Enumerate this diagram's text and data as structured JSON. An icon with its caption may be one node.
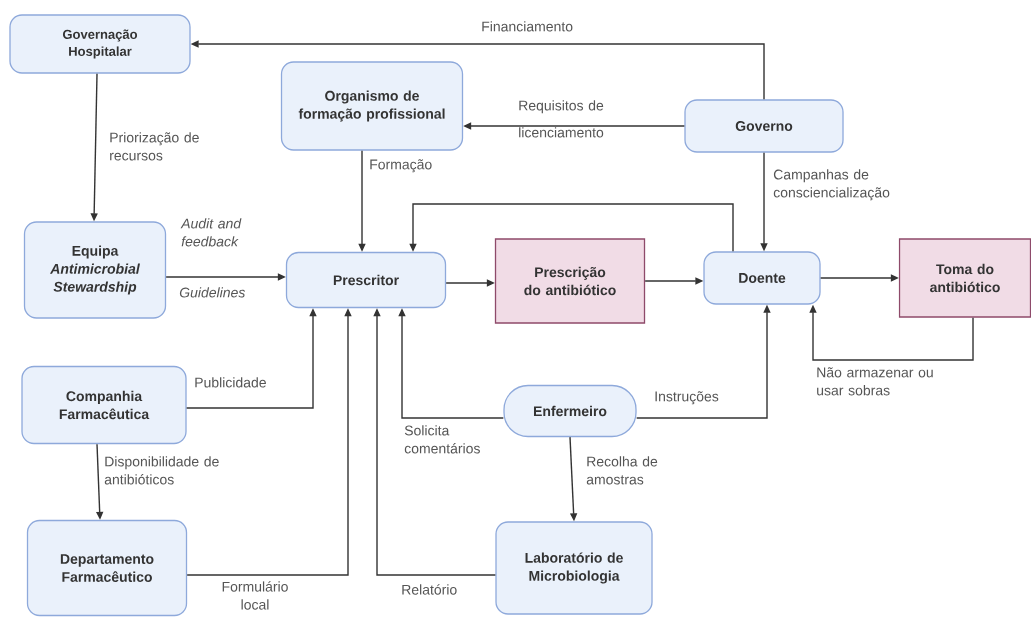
{
  "diagram": {
    "nodes": [
      {
        "text": [
          "Governação Hospitalar"
        ]
      },
      {
        "text": [
          "Organismo de formação profissional"
        ]
      },
      {
        "text": [
          "Governo"
        ]
      },
      {
        "text": [
          "Equipa *Antimicrobial Stewardship*"
        ]
      },
      {
        "text": [
          "Prescritor"
        ]
      },
      {
        "text": [
          "Prescrição do antibiótico"
        ]
      },
      {
        "text": [
          "Doente"
        ]
      },
      {
        "text": [
          "Toma do antibiótico"
        ]
      },
      {
        "text": [
          "Companhia Farmacêutica"
        ]
      },
      {
        "text": [
          "Enfermeiro"
        ]
      },
      {
        "text": [
          "Departamento Farmacêutico"
        ]
      },
      {
        "text": [
          "Laboratório de Microbiologia"
        ]
      }
    ],
    "edges": [
      {
        "from": 2,
        "to": 0,
        "arrow": "to",
        "label": "Financiamento"
      },
      {
        "from": 2,
        "to": 1,
        "arrow": "to",
        "label": "Requisitos de licenciamento"
      },
      {
        "from": 0,
        "to": 3,
        "arrow": "to",
        "label": "Priorização de recursos"
      },
      {
        "from": 1,
        "to": 4,
        "arrow": "to",
        "label": "Formação"
      },
      {
        "from": 3,
        "to": 4,
        "arrow": "to",
        "label": "Audit and feedback"
      },
      {
        "from": 4,
        "to": 5,
        "arrow": "to"
      },
      {
        "from": 5,
        "to": 6,
        "arrow": "to"
      },
      {
        "from": 6,
        "to": 4,
        "arrow": "to"
      },
      {
        "from": 2,
        "to": 6,
        "arrow": "to",
        "label": "Campanhas de consciencialização"
      },
      {
        "from": 6,
        "to": 7,
        "arrow": "to"
      },
      {
        "from": 7,
        "to": 6,
        "arrow": "to",
        "label": "Não armazenar ou usar sobras"
      },
      {
        "from": 8,
        "to": 4,
        "arrow": "to",
        "label": "Publicidade"
      },
      {
        "from": 8,
        "to": 10,
        "arrow": "to",
        "label": "Disponibilidade de antibióticos"
      },
      {
        "from": 10,
        "to": 4,
        "arrow": "to",
        "label": "Formulário local"
      },
      {
        "from": 11,
        "to": 4,
        "arrow": "to",
        "label": "Relatório"
      },
      {
        "from": 9,
        "to": 4,
        "arrow": "to",
        "label": "Solicita comentários"
      },
      {
        "from": 9,
        "to": 6,
        "arrow": "to",
        "label": "Instruções"
      },
      {
        "from": 9,
        "to": 11,
        "arrow": "to",
        "label": "Recolha de amostras"
      }
    ],
    "labels": [
      "Guidelines"
    ]
  }
}
